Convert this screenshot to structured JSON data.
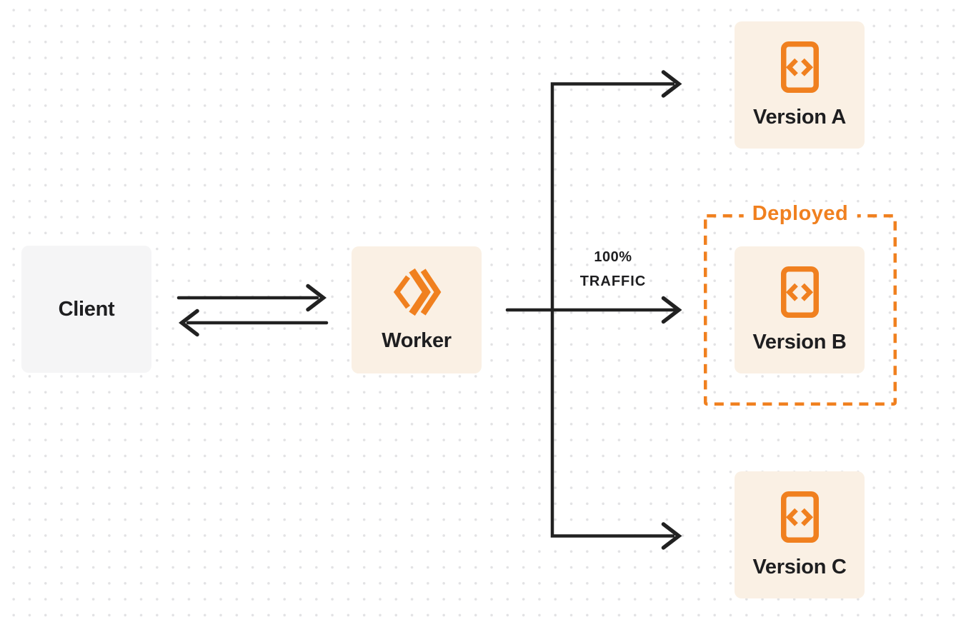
{
  "diagram": {
    "nodes": {
      "client": {
        "label": "Client"
      },
      "worker": {
        "label": "Worker"
      },
      "version_a": {
        "label": "Version A"
      },
      "version_b": {
        "label": "Version B"
      },
      "version_c": {
        "label": "Version C"
      }
    },
    "deployed_group": {
      "label": "Deployed",
      "contains": "version_b"
    },
    "traffic_annotation": {
      "line1": "100%",
      "line2": "TRAFFIC"
    },
    "edges": [
      {
        "from": "client",
        "to": "worker",
        "style": "arrow-right"
      },
      {
        "from": "worker",
        "to": "client",
        "style": "arrow-left"
      },
      {
        "from": "worker",
        "to": "version_a",
        "style": "arrow-right"
      },
      {
        "from": "worker",
        "to": "version_b",
        "style": "arrow-right",
        "label": "100% TRAFFIC"
      },
      {
        "from": "worker",
        "to": "version_c",
        "style": "arrow-right"
      }
    ],
    "icons": {
      "worker": "cloudflare-workers-logo",
      "version_a": "code-file-icon",
      "version_b": "code-file-icon",
      "version_c": "code-file-icon"
    },
    "colors": {
      "orange": "#f0801f",
      "cream": "#faf0e4",
      "light_gray": "#f5f5f6",
      "ink": "#1e1e20",
      "arrow": "#212121",
      "dot_grid": "#e2e2e4",
      "background": "#ffffff"
    }
  }
}
